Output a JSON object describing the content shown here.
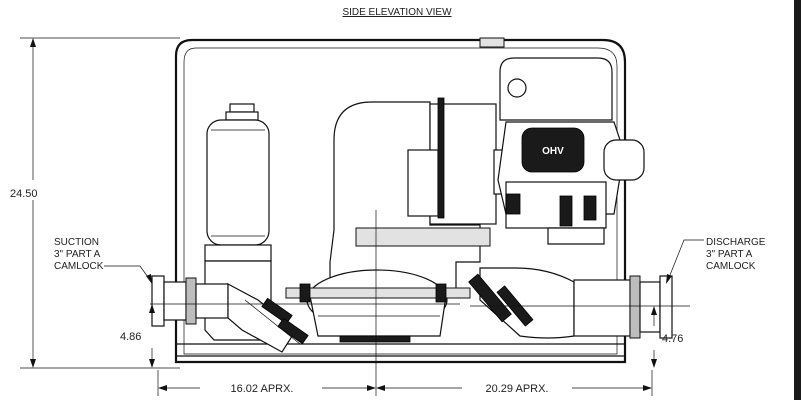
{
  "title": "SIDE ELEVATION VIEW",
  "dimensions": {
    "overall_height": "24.50",
    "suction_height": "4.86",
    "discharge_height": "4.76",
    "left_length": "16.02 APRX.",
    "right_length": "20.29 APRX."
  },
  "callouts": {
    "suction": [
      "SUCTION",
      "3\" PART A",
      "CAMLOCK"
    ],
    "discharge": [
      "DISCHARGE",
      "3\" PART A",
      "CAMLOCK"
    ]
  },
  "engine_badge": "OHV"
}
